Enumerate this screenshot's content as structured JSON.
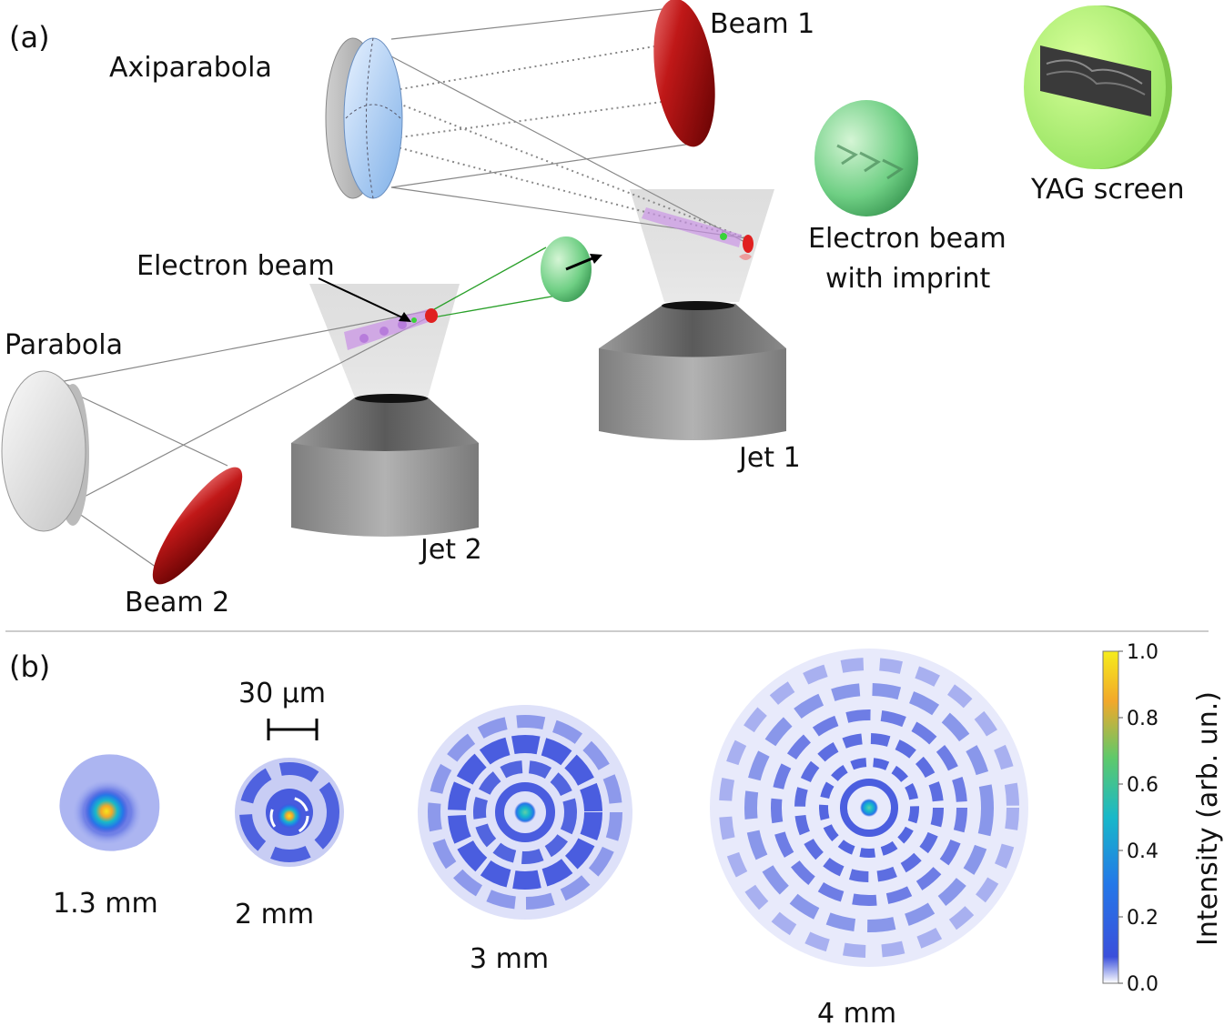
{
  "panel_a": {
    "label": "(a)",
    "axiparabola": "Axiparabola",
    "beam1": "Beam 1",
    "yag": "YAG screen",
    "ebeam_imprint_1": "Electron beam",
    "ebeam_imprint_2": "with imprint",
    "electron_beam": "Electron beam",
    "parabola": "Parabola",
    "beam2": "Beam 2",
    "jet1": "Jet 1",
    "jet2": "Jet 2"
  },
  "panel_b": {
    "label": "(b)",
    "scale_bar": "30 μm",
    "profiles": [
      "1.3 mm",
      "2 mm",
      "3 mm",
      "4 mm"
    ],
    "colorbar": {
      "label": "Intensity (arb. un.)",
      "ticks": [
        "1.0",
        "0.8",
        "0.6",
        "0.4",
        "0.2",
        "0.0"
      ],
      "colors": [
        "#ffffff",
        "#3a4fdb",
        "#2478e8",
        "#18b8c9",
        "#5fc96a",
        "#f2a82a",
        "#f5ec1c"
      ]
    }
  }
}
